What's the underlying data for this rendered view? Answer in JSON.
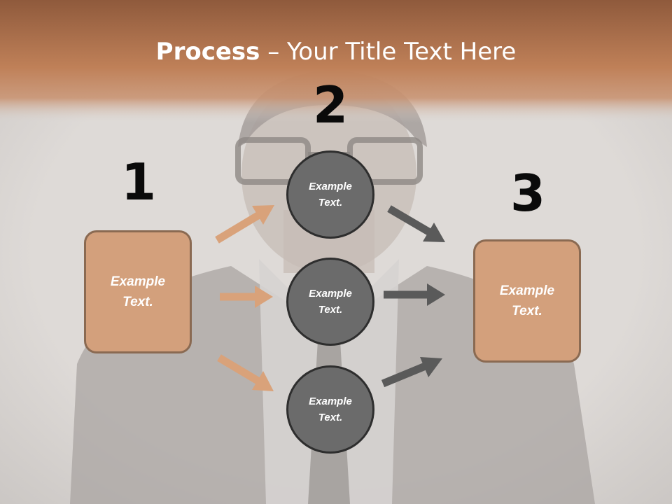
{
  "slide": {
    "title_bold": "Process",
    "title_dash": " – ",
    "title_rest": "Your Title Text Here"
  },
  "steps": {
    "step1_number": "1",
    "step2_number": "2",
    "step3_number": "3"
  },
  "left_box": {
    "text_line1": "Example",
    "text_line2": "Text."
  },
  "right_box": {
    "text_line1": "Example",
    "text_line2": "Text."
  },
  "circles": [
    {
      "text_line1": "Example",
      "text_line2": "Text."
    },
    {
      "text_line1": "Example",
      "text_line2": "Text."
    },
    {
      "text_line1": "Example",
      "text_line2": "Text."
    }
  ],
  "colors": {
    "header_band": "#b4734a",
    "box_fill": "#d3a07c",
    "box_border": "#8a6a52",
    "circle_fill": "#6b6b6b",
    "circle_border": "#2e2e2e",
    "left_arrows": "#d9a27a",
    "right_arrows": "#5a5a5a"
  }
}
